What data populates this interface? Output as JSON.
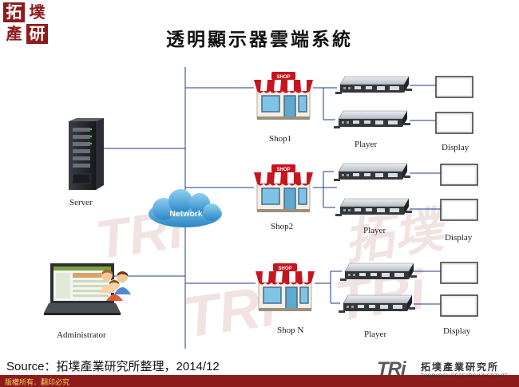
{
  "title": "透明顯示器雲端系統",
  "logo_chars": [
    "拓",
    "墣",
    "產",
    "研"
  ],
  "watermark_text": [
    "拓墣",
    "TRi"
  ],
  "network_label": "Network",
  "server_label": "Server",
  "administrator_label": "Administrator",
  "shop_sign_text": "SHOP",
  "shops": [
    {
      "label": "Shop1",
      "player_label": "Player",
      "display_label": "Display"
    },
    {
      "label": "Shop2",
      "player_label": "Player",
      "display_label": "Display"
    },
    {
      "label": "Shop N",
      "player_label": "Player",
      "display_label": "Display"
    }
  ],
  "source": "Source：拓墣產業研究所整理，2014/12",
  "copyright": "版權所有．翻印必究",
  "brand": {
    "letters": "TRi",
    "name_cn": "拓墣產業研究所",
    "name_en": "TOPOLOGY RESEARCH INSTITUTE"
  },
  "colors": {
    "line": "#1f3a8a",
    "awning_red": "#c8141e",
    "footer_bar": "#8c1c1c",
    "network_cloud": "#3aa0d8"
  }
}
